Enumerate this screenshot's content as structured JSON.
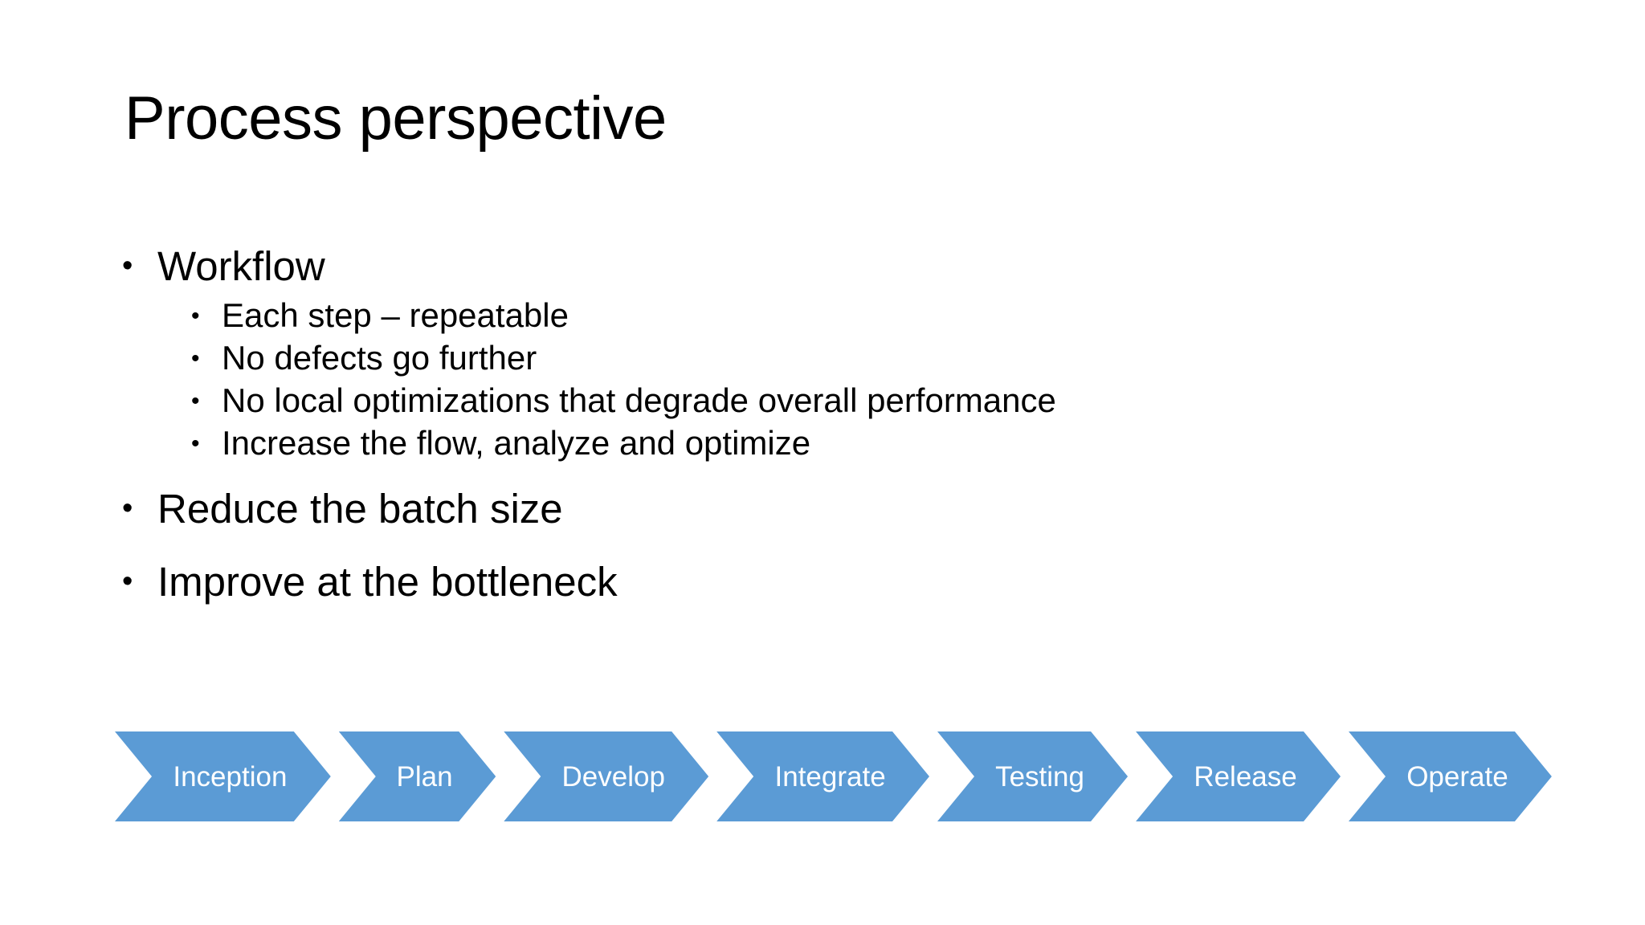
{
  "slide": {
    "title": "Process perspective",
    "background_color": "#FFFFFF",
    "text_color": "#000000"
  },
  "body": {
    "bullet_glyph": "•",
    "items": [
      {
        "level": 1,
        "text": "Workflow",
        "children": [
          {
            "level": 2,
            "text": "Each step – repeatable"
          },
          {
            "level": 2,
            "text": "No defects go further"
          },
          {
            "level": 2,
            "text": "No local optimizations that degrade overall performance"
          },
          {
            "level": 2,
            "text": "Increase the flow, analyze and optimize"
          }
        ]
      },
      {
        "level": 1,
        "text": "Reduce the batch size",
        "children": []
      },
      {
        "level": 1,
        "text": "Improve at the bottleneck",
        "children": []
      }
    ]
  },
  "process_diagram": {
    "shape": "chevron",
    "fill_color": "#5B9BD5",
    "label_color": "#FFFFFF",
    "steps": [
      {
        "label": "Inception"
      },
      {
        "label": "Plan"
      },
      {
        "label": "Develop"
      },
      {
        "label": "Integrate"
      },
      {
        "label": "Testing"
      },
      {
        "label": "Release"
      },
      {
        "label": "Operate"
      }
    ]
  }
}
